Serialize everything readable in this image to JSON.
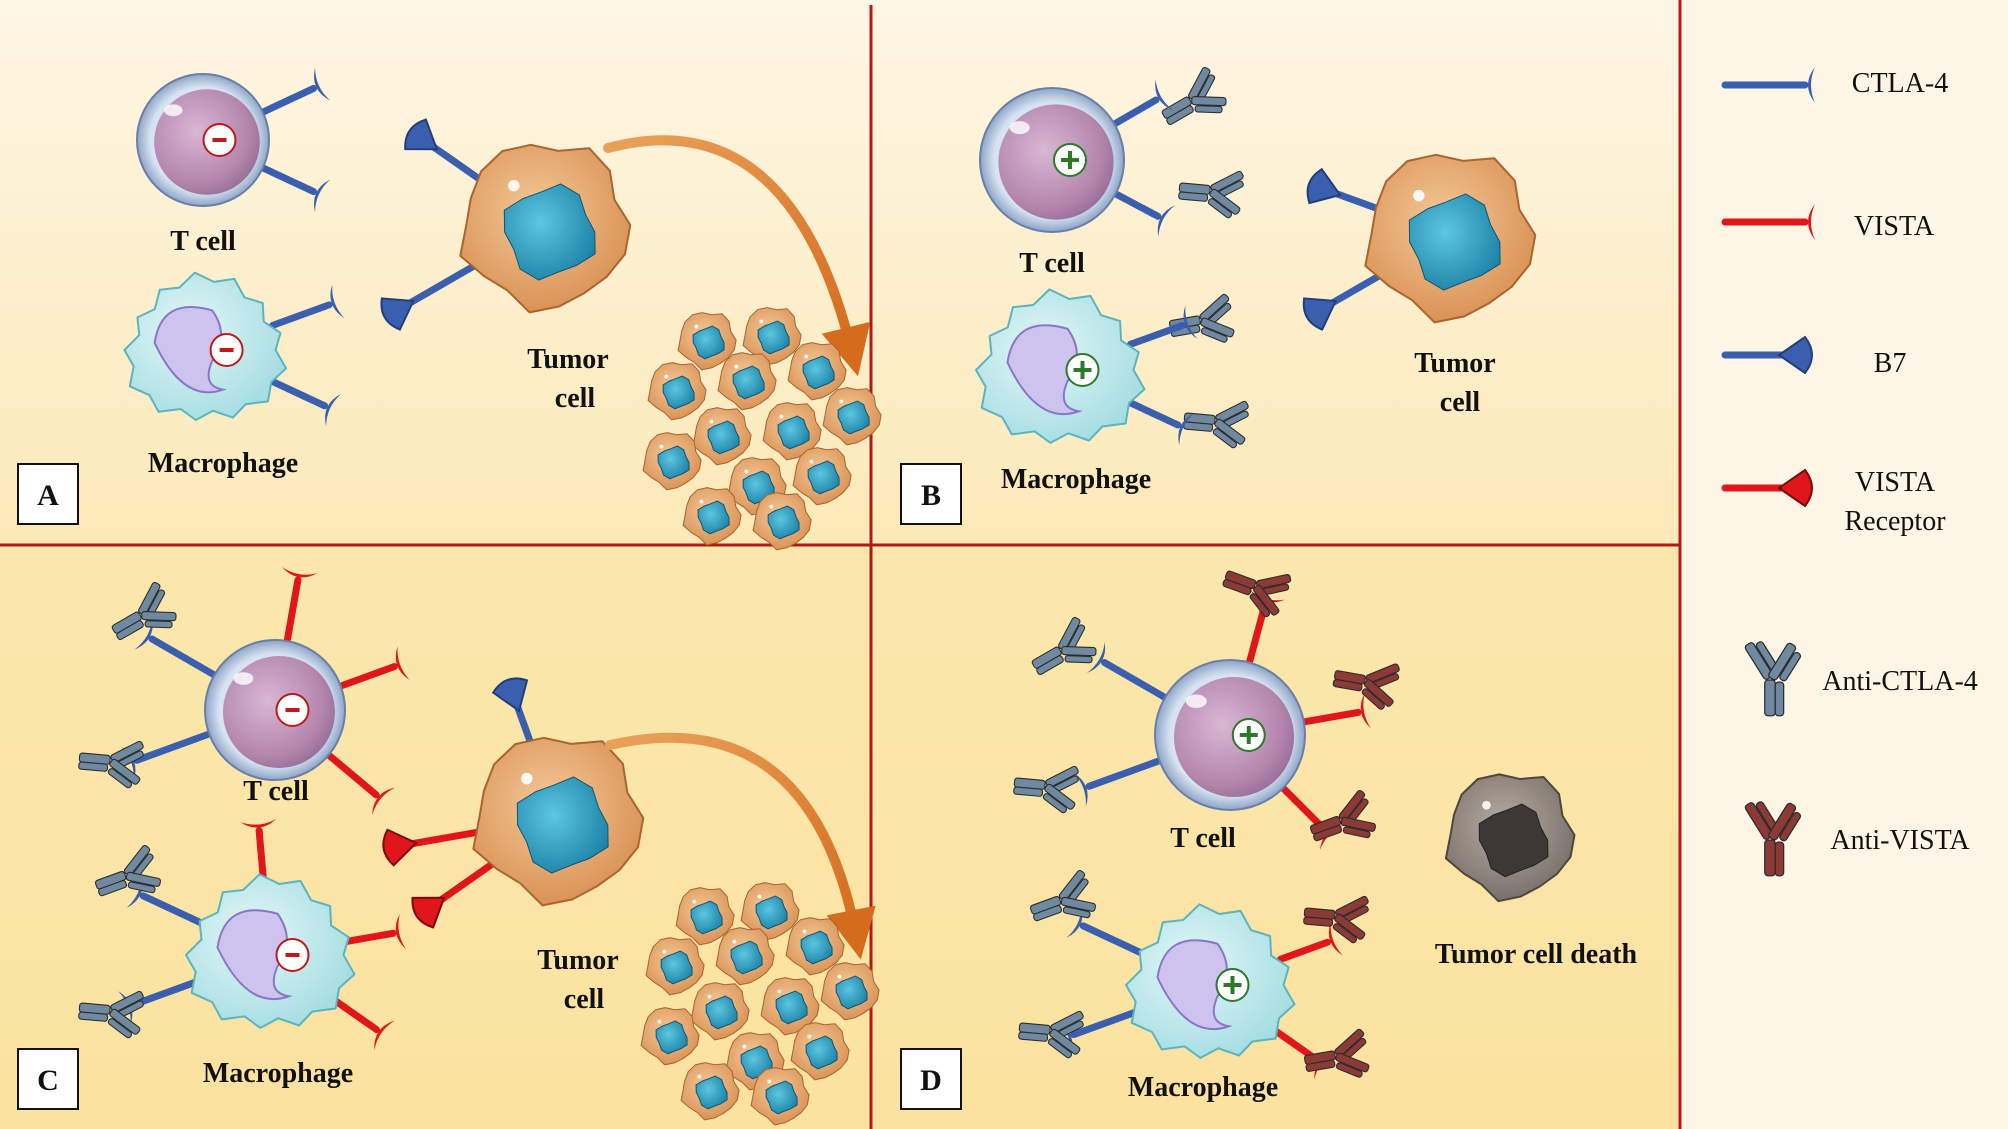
{
  "panels": {
    "a": {
      "letter": "A",
      "t_cell": "T cell",
      "macrophage": "Macrophage",
      "tumor_1": "Tumor",
      "tumor_2": "cell"
    },
    "b": {
      "letter": "B",
      "t_cell": "T cell",
      "macrophage": "Macrophage",
      "tumor_1": "Tumor",
      "tumor_2": "cell"
    },
    "c": {
      "letter": "C",
      "t_cell": "T cell",
      "macrophage": "Macrophage",
      "tumor_1": "Tumor",
      "tumor_2": "cell"
    },
    "d": {
      "letter": "D",
      "t_cell": "T cell",
      "macrophage": "Macrophage",
      "tumor_death": "Tumor  cell death"
    }
  },
  "legend": {
    "ctla4": "CTLA-4",
    "vista": "VISTA",
    "b7": "B7",
    "vista_receptor_1": "VISTA",
    "vista_receptor_2": "Receptor",
    "anti_ctla4": "Anti-CTLA-4",
    "anti_vista": "Anti-VISTA"
  },
  "colors": {
    "ctla4": "#3a5fae",
    "vista": "#e0161b",
    "b7": "#3a5fae",
    "anti_ctla4": "#6f8aa0",
    "anti_vista": "#8b3a36",
    "divider": "#b01a1a",
    "bg_top": "#fdf3dd",
    "bg_bottom": "#fbe6a8"
  },
  "signs": {
    "negative": "-",
    "positive": "+"
  }
}
